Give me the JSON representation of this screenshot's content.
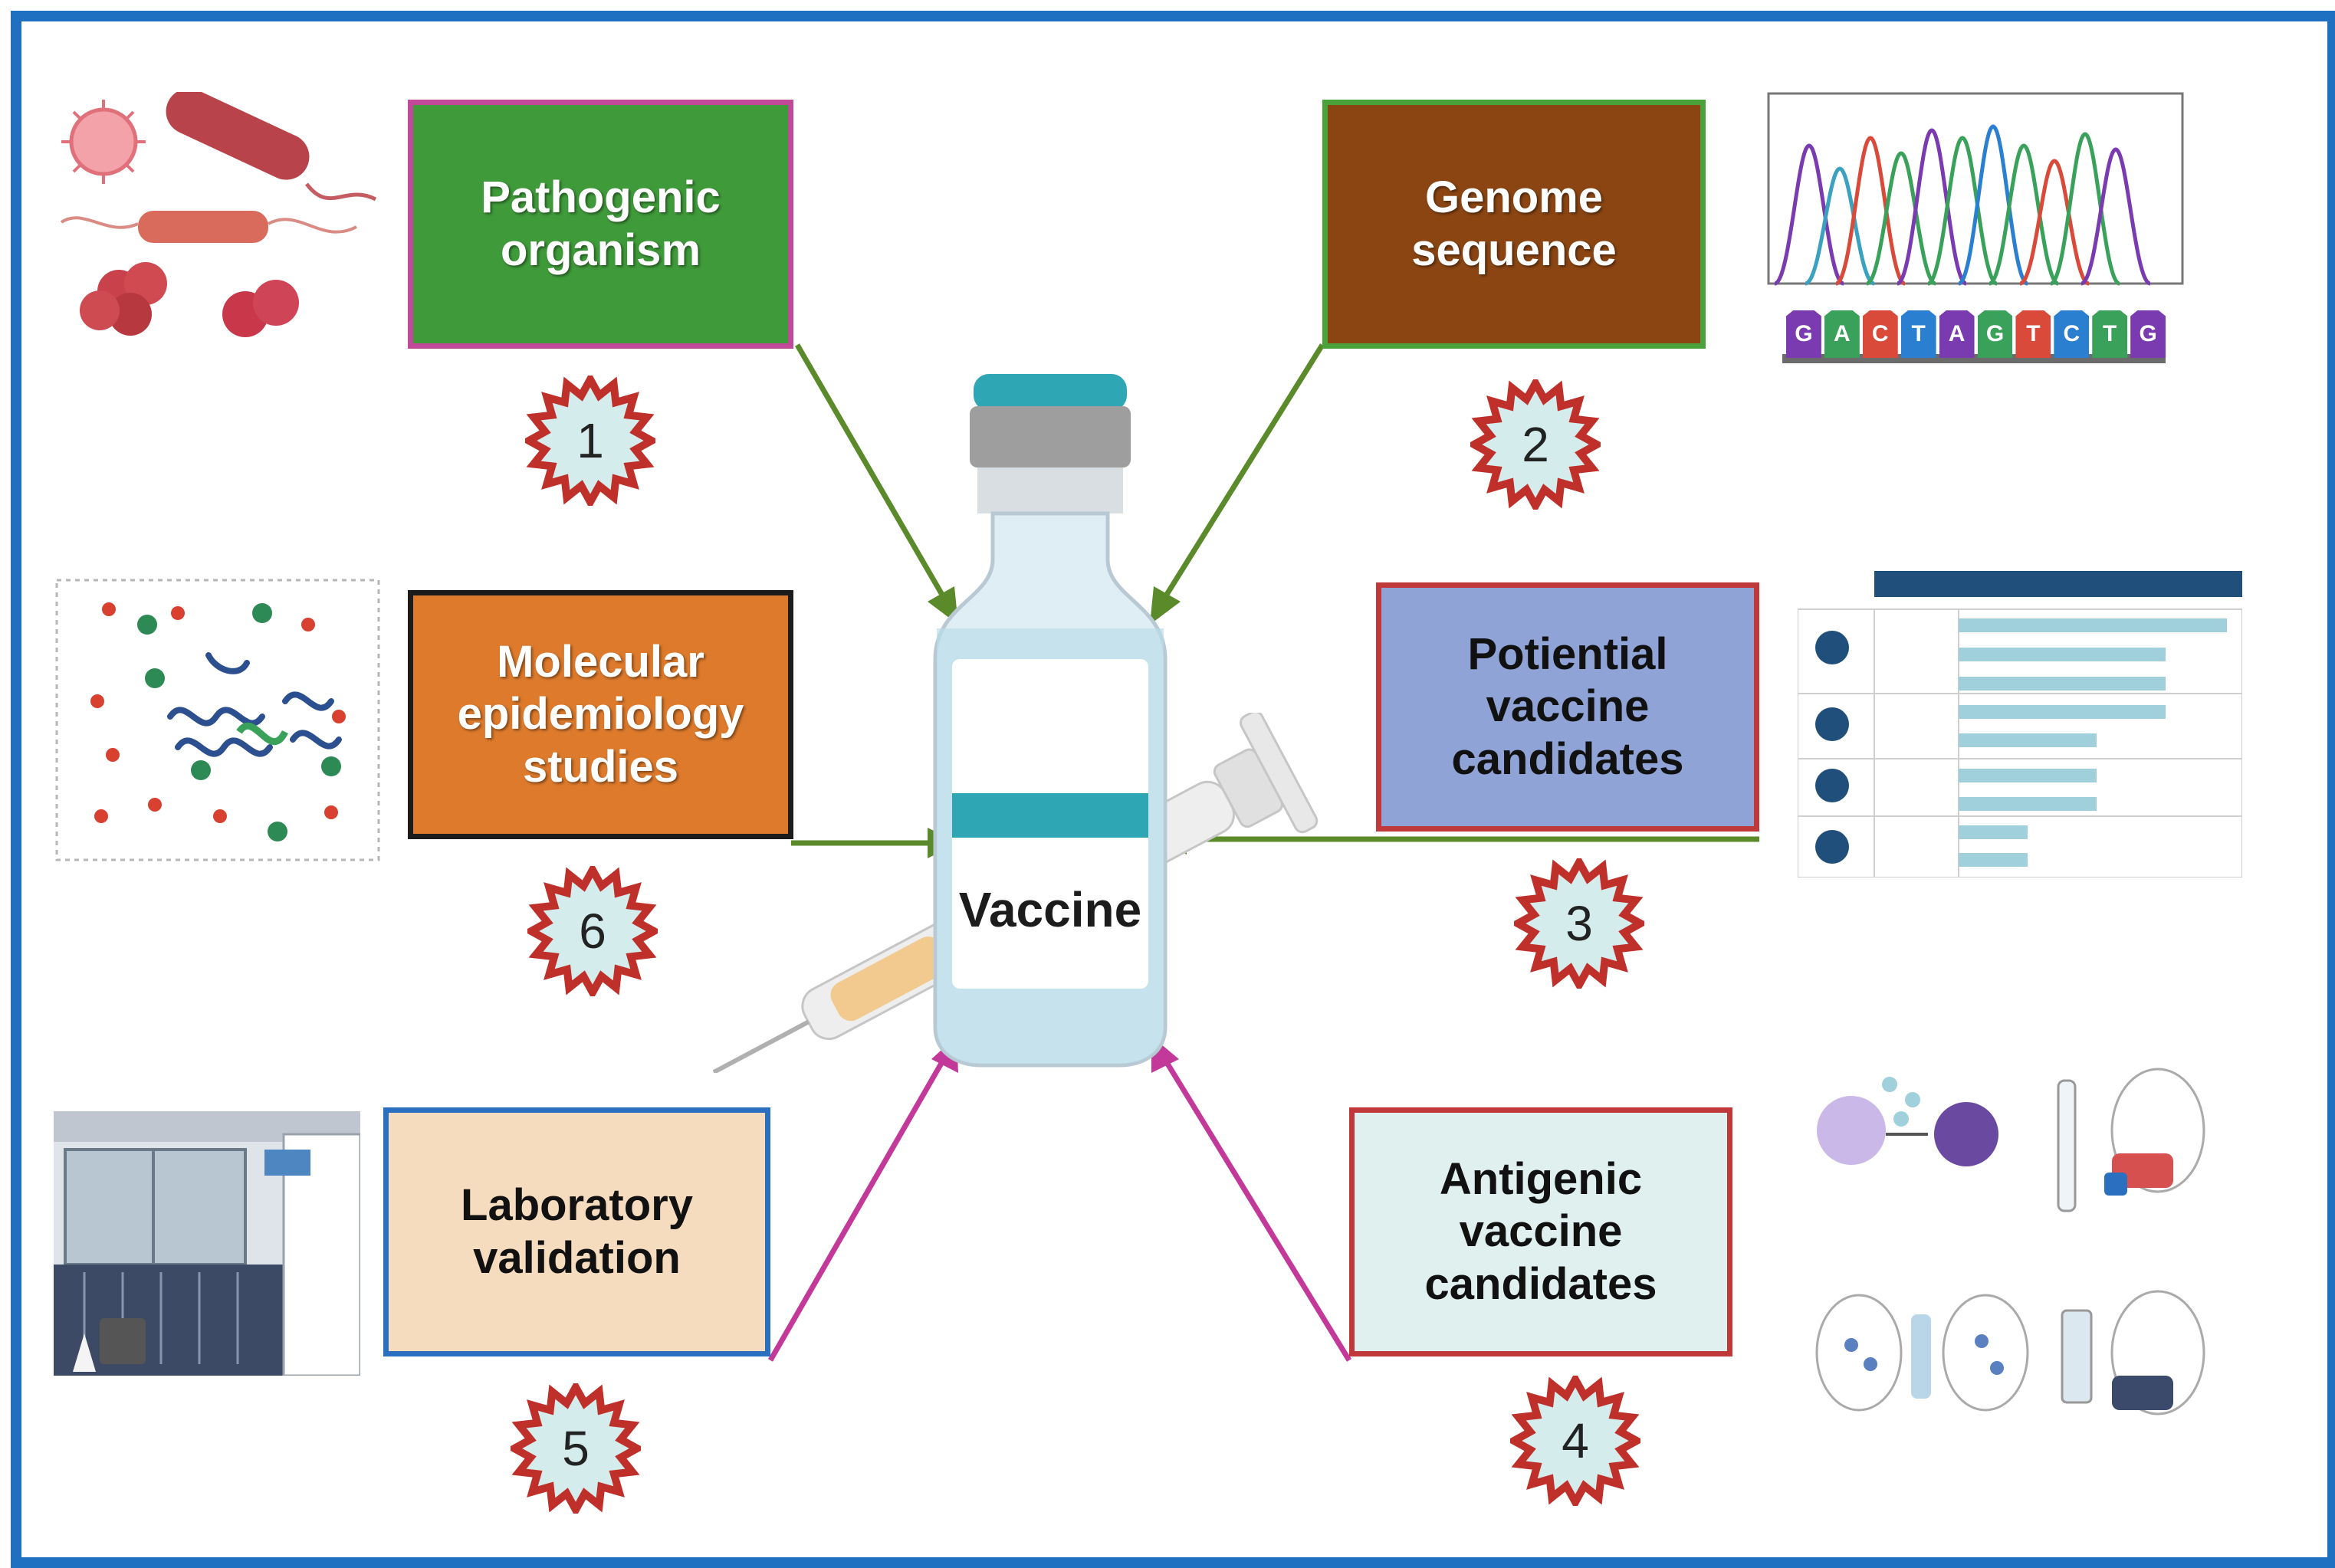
{
  "center_label": "Vaccine",
  "steps": [
    {
      "number": "1",
      "label": "Pathogenic\norganism",
      "fill": "#3f9a3a",
      "border": "#c2489a",
      "text_color": "#ffffff"
    },
    {
      "number": "2",
      "label": "Genome\nsequence",
      "fill": "#8b4513",
      "border": "#49a33a",
      "text_color": "#ffffff"
    },
    {
      "number": "3",
      "label": "Potiential\nvaccine\ncandidates",
      "fill": "#8fa3d6",
      "border": "#c0393a",
      "text_color": "#111111"
    },
    {
      "number": "4",
      "label": "Antigenic\nvaccine\ncandidates",
      "fill": "#dff0ef",
      "border": "#c0393a",
      "text_color": "#111111"
    },
    {
      "number": "5",
      "label": "Laboratory\nvalidation",
      "fill": "#f6dcbf",
      "border": "#2a6fc0",
      "text_color": "#111111"
    },
    {
      "number": "6",
      "label": "Molecular\nepidemiology\nstudies",
      "fill": "#dd7a2c",
      "border": "#1c1c1c",
      "text_color": "#ffffff"
    }
  ],
  "colors": {
    "frame": "#1f70c1",
    "arrow_green": "#5a8a2a",
    "arrow_magenta": "#c2399a",
    "badge_fill": "#d4ecec",
    "badge_border": "#c0302b"
  },
  "dna_sequence": [
    "G",
    "A",
    "C",
    "T",
    "A",
    "G",
    "T",
    "C",
    "T",
    "G"
  ],
  "dna_colors": [
    "#7a3bb0",
    "#3aa15a",
    "#d94a3a",
    "#2a7fd0",
    "#7a3bb0",
    "#3aa15a",
    "#d94a3a",
    "#2a7fd0",
    "#3aa15a",
    "#7a3bb0"
  ],
  "icons": [
    "pathogen-cluster-illustration",
    "chromatogram-illustration",
    "protein-structure-illustration",
    "pipeline-table-illustration",
    "laboratory-illustration",
    "immunology-workflow-illustration",
    "vaccine-bottle-icon",
    "syringe-icon"
  ]
}
